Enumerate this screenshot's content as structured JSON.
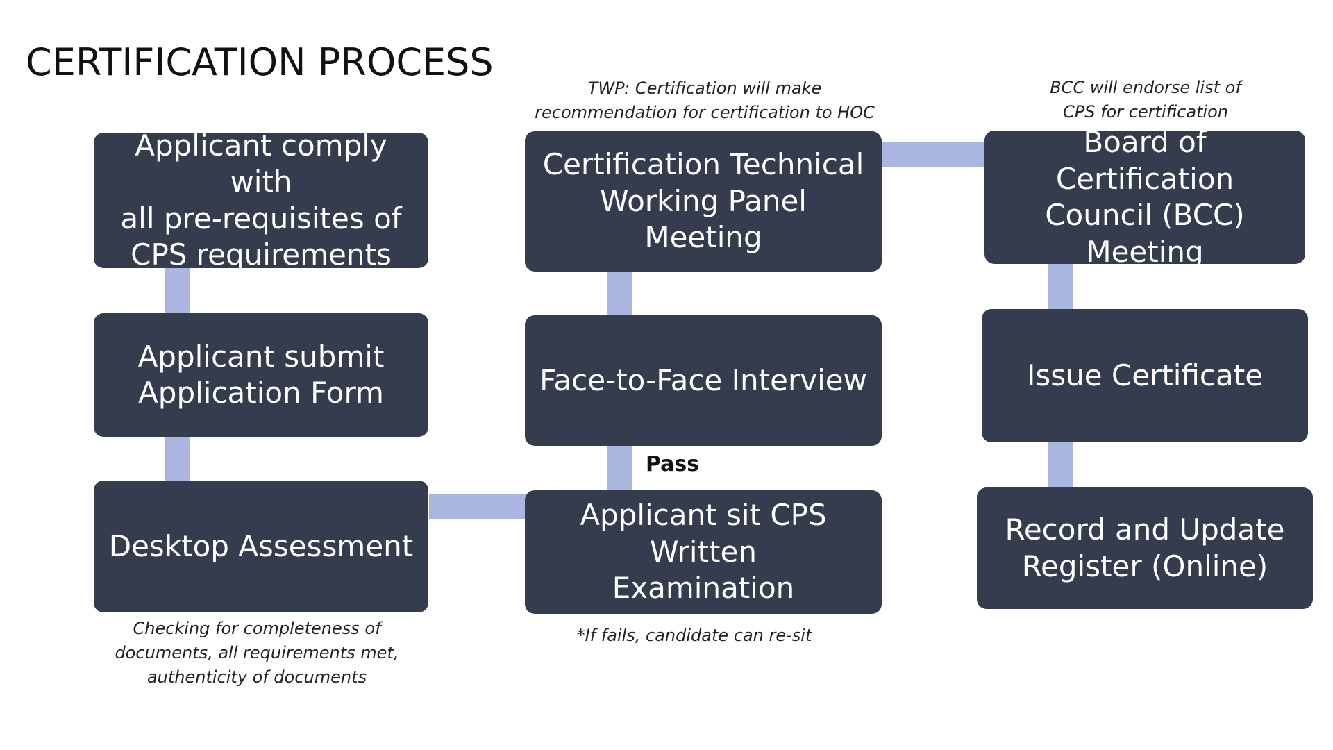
{
  "diagram": {
    "title": "CERTIFICATION PROCESS",
    "boxes": {
      "comply": "Applicant comply with\nall pre-requisites of\nCPS requirements",
      "submit": "Applicant submit\nApplication Form",
      "desktop": "Desktop Assessment",
      "exam": "Applicant sit CPS Written\nExamination",
      "interview": "Face-to-Face Interview",
      "technical": "Certification Technical\nWorking Panel Meeting",
      "bcc": "Board of Certification\nCouncil (BCC)\nMeeting",
      "issue": "Issue Certificate",
      "record": "Record and Update\nRegister (Online)"
    },
    "notes": {
      "twp": "TWP: Certification will make\nrecommendation for certification  to HOC",
      "bcc": "BCC will endorse list of\nCPS for certification",
      "desktop": "Checking for completeness of\ndocuments, all requirements met,\nauthenticity of documents",
      "exam": "*If fails, candidate can re-sit"
    },
    "pass_label": "Pass"
  },
  "colors": {
    "box_fill": "#343c4d",
    "connector": "#aab5e0",
    "text_on_box": "#ffffff"
  }
}
